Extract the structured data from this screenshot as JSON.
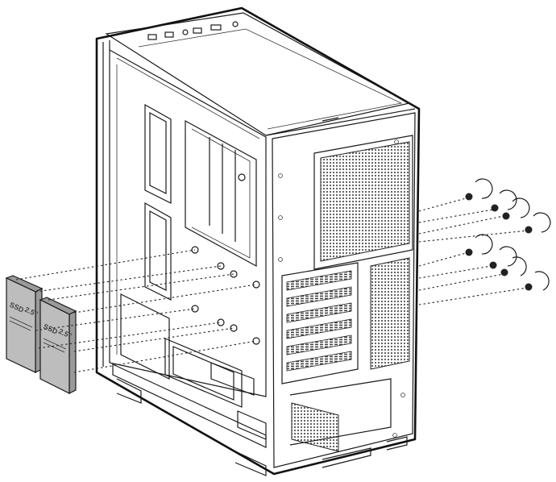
{
  "diagram": {
    "subject": "pc-case-ssd-installation",
    "ssd_label_main": "SSD",
    "ssd_label_size": "2.5\"",
    "ssd_count": 2,
    "screw_count": 8,
    "colors": {
      "line": "#1a1a1a",
      "ssd_fill": "#bdbdbd",
      "ssd_side": "#9a9a9a",
      "background": "#ffffff"
    }
  }
}
